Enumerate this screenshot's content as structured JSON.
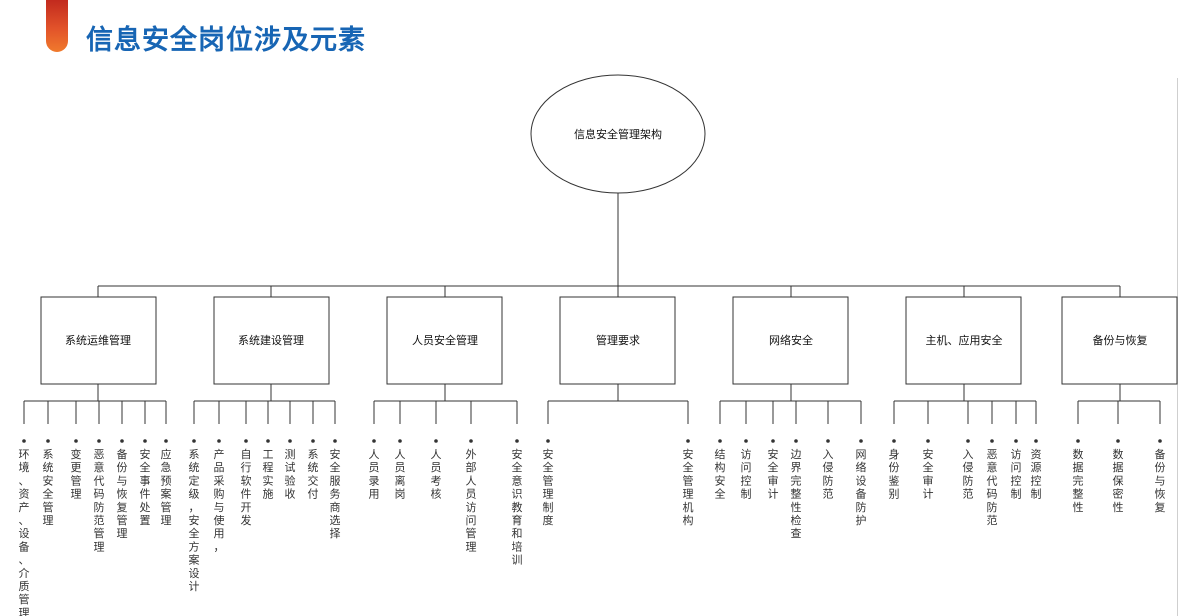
{
  "header": {
    "title": "信息安全岗位涉及元素"
  },
  "diagram": {
    "root": "信息安全管理架构",
    "categories": [
      {
        "label": "系统运维管理",
        "leaves": [
          "环境、资产、设备、介质管理；",
          "系统安全管理",
          "变更管理",
          "恶意代码防范管理",
          "备份与恢复管理",
          "安全事件处置",
          "应急预案管理"
        ]
      },
      {
        "label": "系统建设管理",
        "leaves": [
          "系统定级，安全方案设计",
          "产品采购与使用，",
          "自行软件开发",
          "工程实施",
          "测试验收",
          "系统交付",
          "安全服务商选择"
        ]
      },
      {
        "label": "人员安全管理",
        "leaves": [
          "人员录用",
          "人员离岗",
          "人员考核",
          "外部人员访问管理",
          "安全意识教育和培训"
        ]
      },
      {
        "label": "管理要求",
        "leaves": [
          "安全管理制度",
          "安全管理机构"
        ]
      },
      {
        "label": "网络安全",
        "leaves": [
          "结构安全",
          "访问控制",
          "安全审计",
          "边界完整性检查",
          "入侵防范",
          "网络设备防护"
        ]
      },
      {
        "label": "主机、应用安全",
        "leaves": [
          "身份鉴别",
          "安全审计",
          "入侵防范",
          "恶意代码防范",
          "访问控制",
          "资源控制"
        ]
      },
      {
        "label": "备份与恢复",
        "leaves": [
          "数据完整性",
          "数据保密性",
          "备份与恢复"
        ]
      }
    ]
  },
  "colors": {
    "title": "#1765b4",
    "accent_top": "#c22a1e",
    "accent_bottom": "#f07a2c",
    "line": "#333333"
  }
}
